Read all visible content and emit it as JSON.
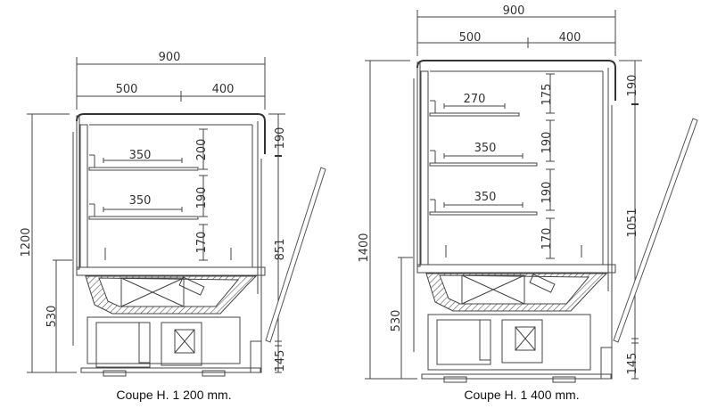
{
  "drawings": [
    {
      "caption": "Coupe H. 1 200 mm.",
      "width_total": "900",
      "width_front": "500",
      "width_back": "400",
      "height_total": "1200",
      "height_base": "530",
      "right_top": "190",
      "right_middle": "851",
      "right_bottom": "145",
      "shelf_depths": [
        "350",
        "350"
      ],
      "shelf_spacings": [
        "200",
        "190",
        "170"
      ]
    },
    {
      "caption": "Coupe H. 1 400 mm.",
      "width_total": "900",
      "width_front": "500",
      "width_back": "400",
      "height_total": "1400",
      "height_base": "530",
      "right_top": "190",
      "right_middle": "1051",
      "right_bottom": "145",
      "shelf_depths": [
        "270",
        "350",
        "350"
      ],
      "shelf_spacings": [
        "175",
        "190",
        "190",
        "170"
      ]
    }
  ]
}
